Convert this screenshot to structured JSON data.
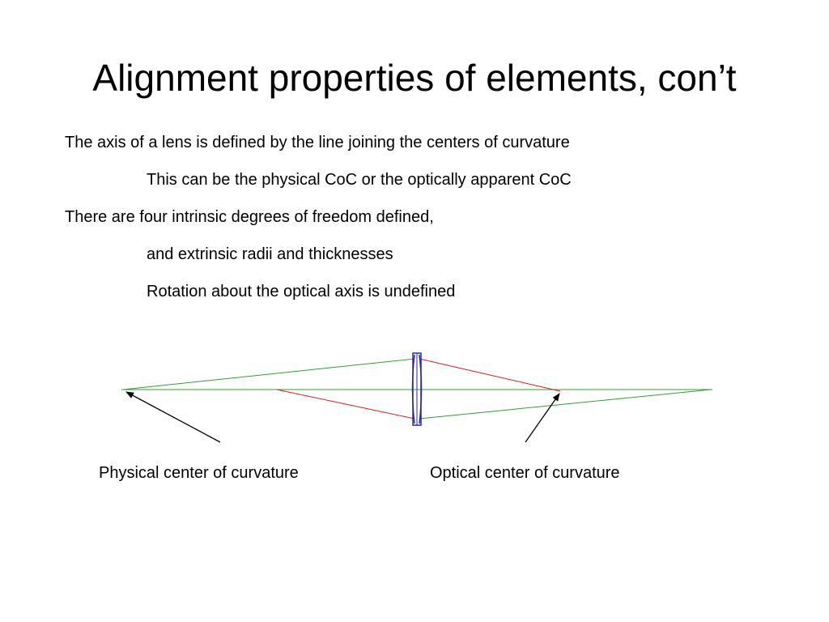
{
  "slide": {
    "title": "Alignment properties of elements, con’t",
    "bullets": [
      "The axis of a lens is defined by the line joining the centers of curvature",
      "This can be the physical CoC or the optically apparent CoC",
      "There are four intrinsic degrees of freedom defined,",
      "and extrinsic radii and thicknesses",
      "Rotation about the optical axis is undefined"
    ]
  },
  "diagram": {
    "captions": {
      "physical": "Physical center of curvature",
      "optical": "Optical center of curvature"
    },
    "colors": {
      "lens": "#2a2aa0",
      "green_rays": "#3a9a3a",
      "red_rays": "#d62020",
      "arrows": "#000000"
    }
  }
}
